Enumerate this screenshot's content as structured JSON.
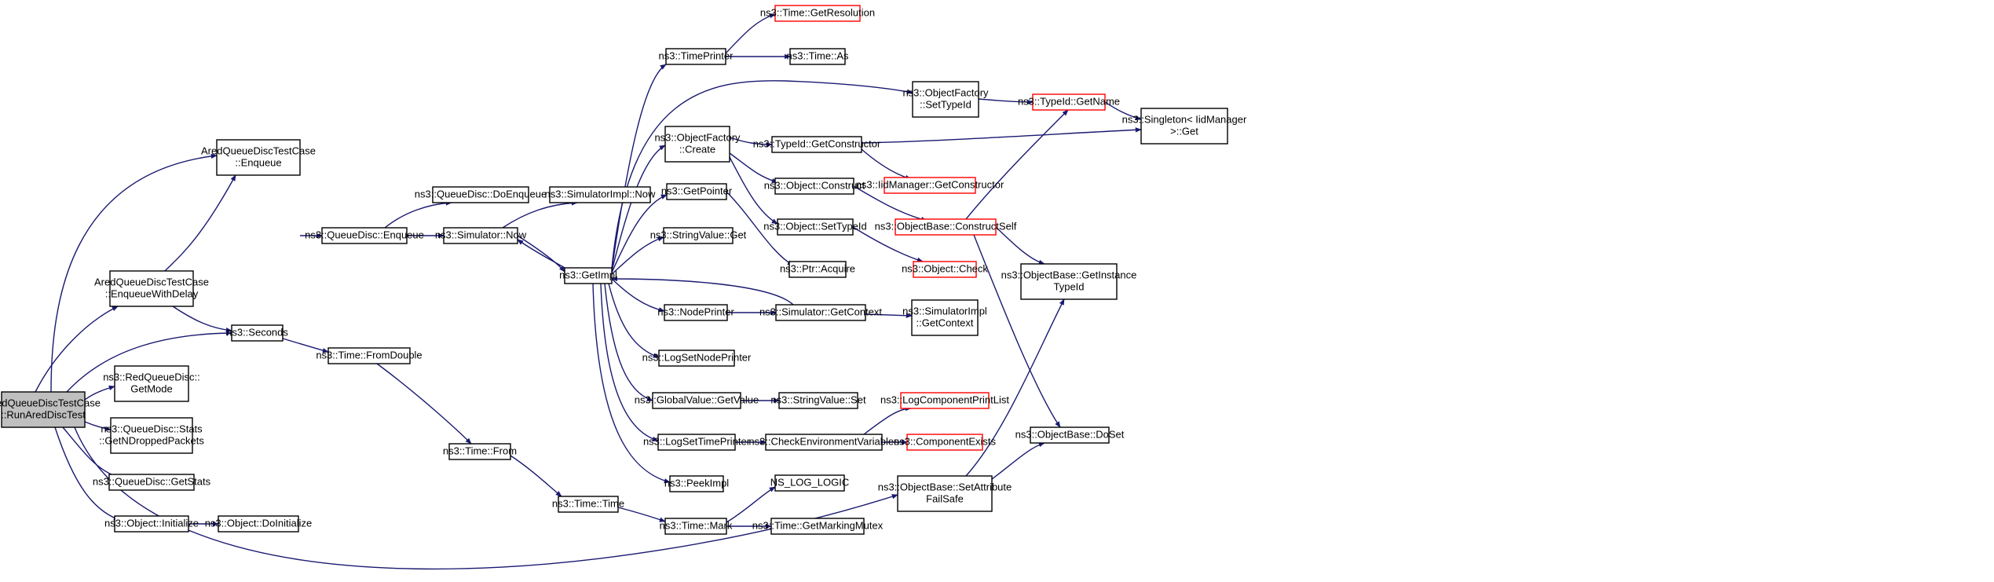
{
  "diagram": {
    "edge_color": "#191970",
    "node_border_color": "#000000",
    "truncated_node_border_color": "#ff0000",
    "root_fill_color": "#bfbfbf",
    "nodes": [
      {
        "id": "root",
        "lines": [
          "AredQueueDiscTestCase",
          "::RunAredDiscTest"
        ],
        "style": "root"
      },
      {
        "id": "enq",
        "lines": [
          "AredQueueDiscTestCase",
          "::Enqueue"
        ],
        "style": "normal"
      },
      {
        "id": "enqdelay",
        "lines": [
          "AredQueueDiscTestCase",
          "::EnqueueWithDelay"
        ],
        "style": "normal"
      },
      {
        "id": "seconds",
        "lines": [
          "ns3::Seconds"
        ],
        "style": "normal"
      },
      {
        "id": "getmode",
        "lines": [
          "ns3::RedQueueDisc::",
          "GetMode"
        ],
        "style": "normal"
      },
      {
        "id": "getndrop",
        "lines": [
          "ns3::QueueDisc::Stats",
          "::GetNDroppedPackets"
        ],
        "style": "normal"
      },
      {
        "id": "getstats",
        "lines": [
          "ns3::QueueDisc::GetStats"
        ],
        "style": "normal"
      },
      {
        "id": "objinit",
        "lines": [
          "ns3::Object::Initialize"
        ],
        "style": "normal"
      },
      {
        "id": "doinit",
        "lines": [
          "ns3::Object::DoInitialize"
        ],
        "style": "normal"
      },
      {
        "id": "qdenq",
        "lines": [
          "ns3::QueueDisc::Enqueue"
        ],
        "style": "normal"
      },
      {
        "id": "qddoenq",
        "lines": [
          "ns3::QueueDisc::DoEnqueue"
        ],
        "style": "normal"
      },
      {
        "id": "simnow",
        "lines": [
          "ns3::Simulator::Now"
        ],
        "style": "normal"
      },
      {
        "id": "simimplnow",
        "lines": [
          "ns3::SimulatorImpl::Now"
        ],
        "style": "normal"
      },
      {
        "id": "fromdouble",
        "lines": [
          "ns3::Time::FromDouble"
        ],
        "style": "normal"
      },
      {
        "id": "timefrom",
        "lines": [
          "ns3::Time::From"
        ],
        "style": "normal"
      },
      {
        "id": "timetime",
        "lines": [
          "ns3::Time::Time"
        ],
        "style": "normal"
      },
      {
        "id": "timemark",
        "lines": [
          "ns3::Time::Mark"
        ],
        "style": "normal"
      },
      {
        "id": "nslog",
        "lines": [
          "NS_LOG_LOGIC"
        ],
        "style": "normal"
      },
      {
        "id": "markmutex",
        "lines": [
          "ns3::Time::GetMarkingMutex"
        ],
        "style": "normal"
      },
      {
        "id": "getimpl",
        "lines": [
          "ns3::GetImpl"
        ],
        "style": "normal"
      },
      {
        "id": "timeprinter",
        "lines": [
          "ns3::TimePrinter"
        ],
        "style": "normal"
      },
      {
        "id": "getres",
        "lines": [
          "ns3::Time::GetResolution"
        ],
        "style": "red"
      },
      {
        "id": "timeas",
        "lines": [
          "ns3::Time::As"
        ],
        "style": "normal"
      },
      {
        "id": "ofcreate",
        "lines": [
          "ns3::ObjectFactory",
          "::Create"
        ],
        "style": "normal"
      },
      {
        "id": "getpointer",
        "lines": [
          "ns3::GetPointer"
        ],
        "style": "normal"
      },
      {
        "id": "svget",
        "lines": [
          "ns3::StringValue::Get"
        ],
        "style": "normal"
      },
      {
        "id": "nodeprinter",
        "lines": [
          "ns3::NodePrinter"
        ],
        "style": "normal"
      },
      {
        "id": "logsetnode",
        "lines": [
          "ns3::LogSetNodePrinter"
        ],
        "style": "normal"
      },
      {
        "id": "gvgetvalue",
        "lines": [
          "ns3::GlobalValue::GetValue"
        ],
        "style": "normal"
      },
      {
        "id": "logsettime",
        "lines": [
          "ns3::LogSetTimePrinter"
        ],
        "style": "normal"
      },
      {
        "id": "peekimpl",
        "lines": [
          "ns3::PeekImpl"
        ],
        "style": "normal"
      },
      {
        "id": "ofsettypeid",
        "lines": [
          "ns3::ObjectFactory",
          "::SetTypeId"
        ],
        "style": "normal"
      },
      {
        "id": "tidgetname",
        "lines": [
          "ns3::TypeId::GetName"
        ],
        "style": "red"
      },
      {
        "id": "singleton",
        "lines": [
          "ns3::Singleton< IidManager",
          ">::Get"
        ],
        "style": "normal"
      },
      {
        "id": "tidgetctor",
        "lines": [
          "ns3::TypeId::GetConstructor"
        ],
        "style": "normal"
      },
      {
        "id": "iidgetctor",
        "lines": [
          "ns3::IidManager::GetConstructor"
        ],
        "style": "red"
      },
      {
        "id": "objconstruct",
        "lines": [
          "ns3::Object::Construct"
        ],
        "style": "normal"
      },
      {
        "id": "obconstructself",
        "lines": [
          "ns3::ObjectBase::ConstructSelf"
        ],
        "style": "red"
      },
      {
        "id": "objsettypeid",
        "lines": [
          "ns3::Object::SetTypeId"
        ],
        "style": "normal"
      },
      {
        "id": "objcheck",
        "lines": [
          "ns3::Object::Check"
        ],
        "style": "red"
      },
      {
        "id": "ptracquire",
        "lines": [
          "ns3::Ptr::Acquire"
        ],
        "style": "normal"
      },
      {
        "id": "simgetctx",
        "lines": [
          "ns3::Simulator::GetContext"
        ],
        "style": "normal"
      },
      {
        "id": "simimplgetctx",
        "lines": [
          "ns3::SimulatorImpl",
          "::GetContext"
        ],
        "style": "normal"
      },
      {
        "id": "svset",
        "lines": [
          "ns3::StringValue::Set"
        ],
        "style": "normal"
      },
      {
        "id": "checkenv",
        "lines": [
          "ns3::CheckEnvironmentVariables"
        ],
        "style": "normal"
      },
      {
        "id": "logcompprint",
        "lines": [
          "ns3::LogComponentPrintList"
        ],
        "style": "red"
      },
      {
        "id": "compexists",
        "lines": [
          "ns3::ComponentExists"
        ],
        "style": "red"
      },
      {
        "id": "obsetattr",
        "lines": [
          "ns3::ObjectBase::SetAttribute",
          "FailSafe"
        ],
        "style": "normal"
      },
      {
        "id": "obgetinst",
        "lines": [
          "ns3::ObjectBase::GetInstance",
          "TypeId"
        ],
        "style": "normal"
      },
      {
        "id": "obdoset",
        "lines": [
          "ns3::ObjectBase::DoSet"
        ],
        "style": "normal"
      }
    ]
  }
}
